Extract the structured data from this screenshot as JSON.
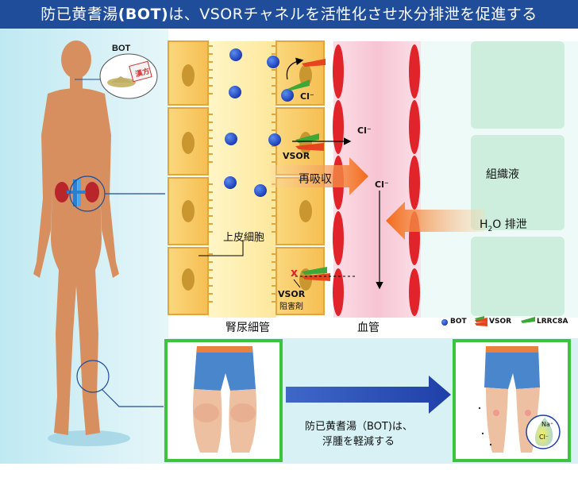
{
  "title": {
    "prefix": "防已黄耆湯",
    "bold": "(BOT)",
    "rest": "は、VSORチャネルを活性化させ水分排泄を促進する"
  },
  "body_panel": {
    "bot_label": "BOT",
    "package_label": "漢方"
  },
  "diagram": {
    "cl_minus": "Cl⁻",
    "vsor": "VSOR",
    "reabsorption": "再吸収",
    "interstitial_fluid": "組織液",
    "h2o": "H",
    "h2o_sub": "2",
    "h2o_rest": "O",
    "excretion": "排泄",
    "epithelium": "上皮細胞",
    "vsor_inhibitor_line1": "VSOR",
    "vsor_inhibitor_line2": "阻害剤",
    "tubule": "腎尿細管",
    "vessel": "血管",
    "cross_mark": "x"
  },
  "legend": {
    "bot": "BOT",
    "vsor": "VSOR",
    "lrrc8a": "LRRC8A"
  },
  "effect": {
    "line1": "防已黄耆湯（BOT)は、",
    "line2": "浮腫を軽減する",
    "na": "Na⁺",
    "cl": "Cl⁻"
  },
  "colors": {
    "title_bg": "#1f4d9a",
    "cell_fill": "#f8c860",
    "vessel_red": "#e0242a",
    "bot_blue": "#1f49c8",
    "arrow_orange": "#f26a1b",
    "vsor_red": "#e8431f",
    "lrrc8a_green": "#3da838",
    "frame_green": "#3cc53c",
    "tissue_green": "#cdeedd",
    "navy_arrow": "#1f3fa8",
    "skin": "#d88f60"
  }
}
